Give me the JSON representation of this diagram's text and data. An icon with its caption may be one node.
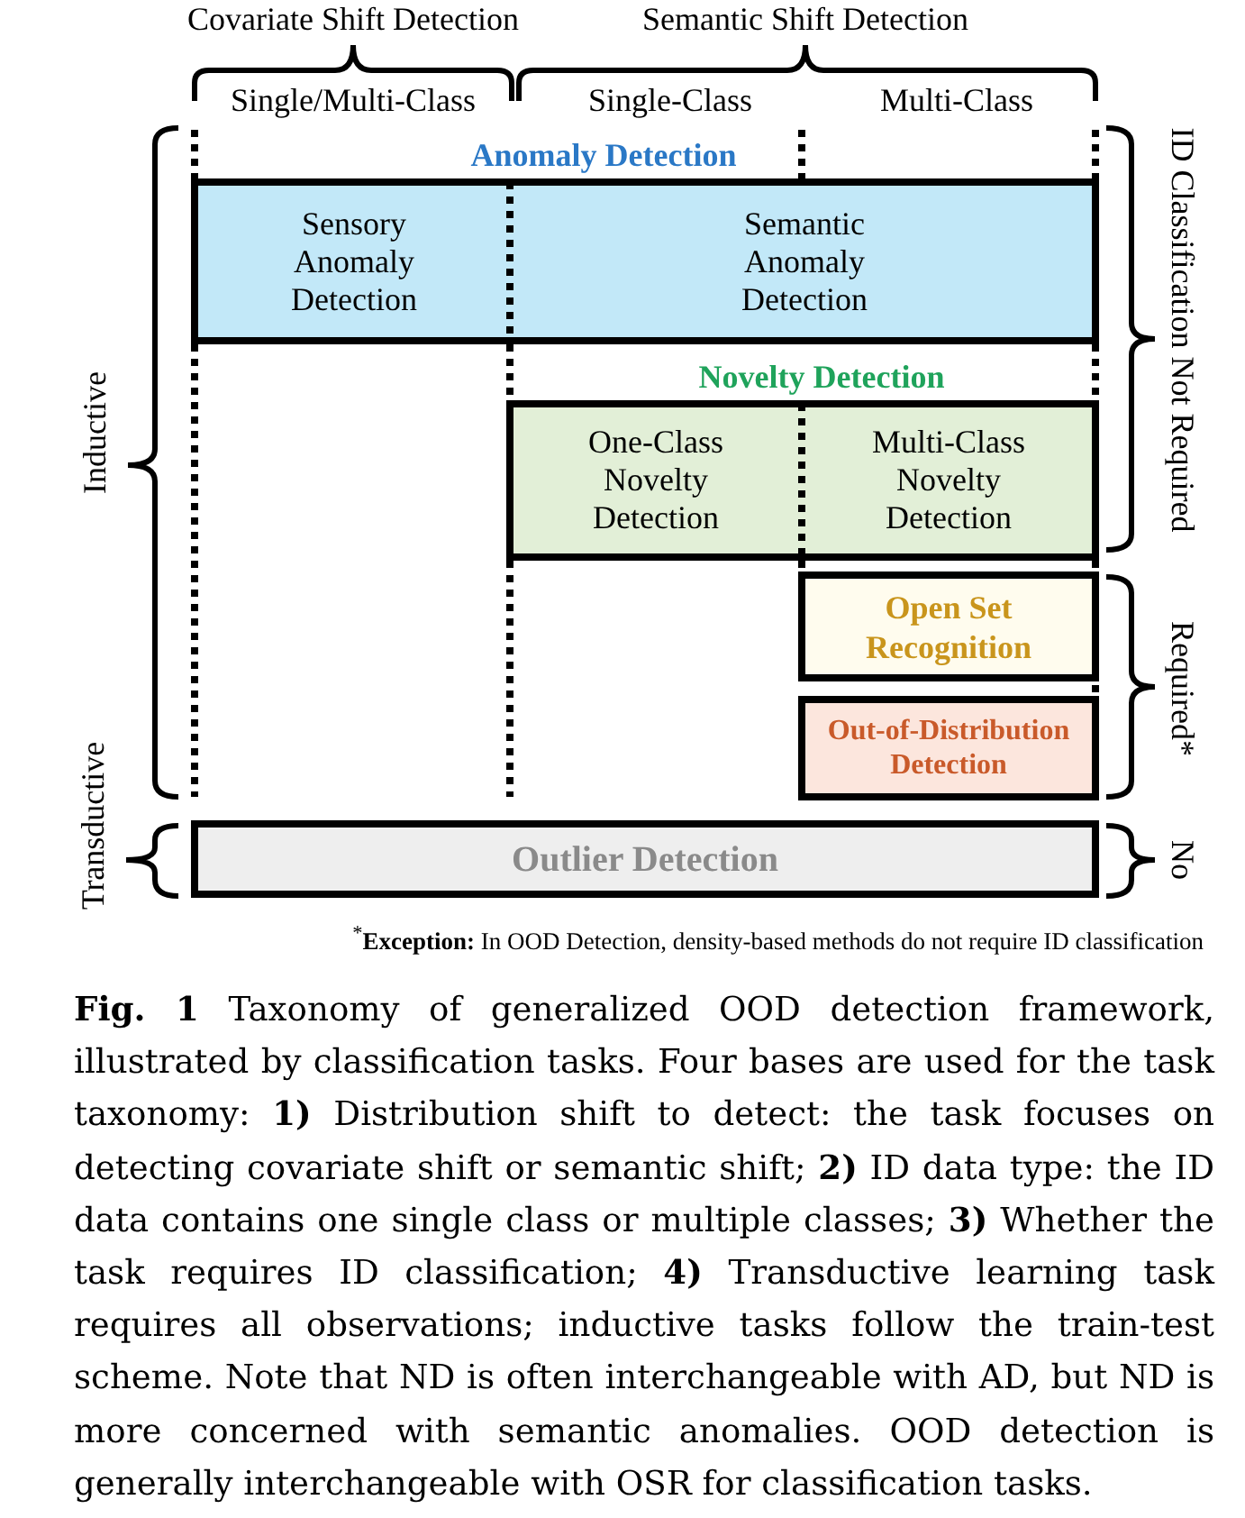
{
  "diagram": {
    "caption": "**Fig. 1** Taxonomy of generalized OOD detection framework, illustrated by classification tasks. Four bases are used for the task taxonomy: **1)** Distribution shift to detect: the task focuses on detecting covariate shift or semantic shift; **2)** ID data type: the ID data contains one single class or multiple classes; **3)** Whether the task requires ID classification; **4)** Transductive learning task requires all observations; inductive tasks follow the train-test scheme. Note that ND is often interchangeable with AD, but ND is more concerned with semantic anomalies. OOD detection is generally interchangeable with OSR for classification tasks.",
    "nodes": [
      {
        "text": [
          "Anomaly Detection"
        ]
      },
      {
        "text": [
          "Sensory Anomaly Detection"
        ],
        "in": 0
      },
      {
        "text": [
          "Semantic Anomaly Detection"
        ],
        "in": 0
      },
      {
        "text": [
          "Novelty Detection"
        ]
      },
      {
        "text": [
          "One-Class Novelty Detection"
        ],
        "in": 3
      },
      {
        "text": [
          "Multi-Class Novelty Detection"
        ],
        "in": 3
      },
      {
        "text": [
          "Open Set Recognition"
        ]
      },
      {
        "text": [
          "Out-of-Distribution Detection"
        ]
      },
      {
        "text": [
          "Outlier Detection"
        ]
      }
    ],
    "labels": [
      "Covariate Shift Detection",
      "Semantic Shift Detection",
      "Single/Multi-Class",
      "Single-Class",
      "Multi-Class",
      "Inductive",
      "ID Classification Not Required",
      "Required*",
      "Transductive",
      "No",
      "$^{*}$**Exception:** In OOD Detection, density-based methods do not require ID classification"
    ]
  }
}
